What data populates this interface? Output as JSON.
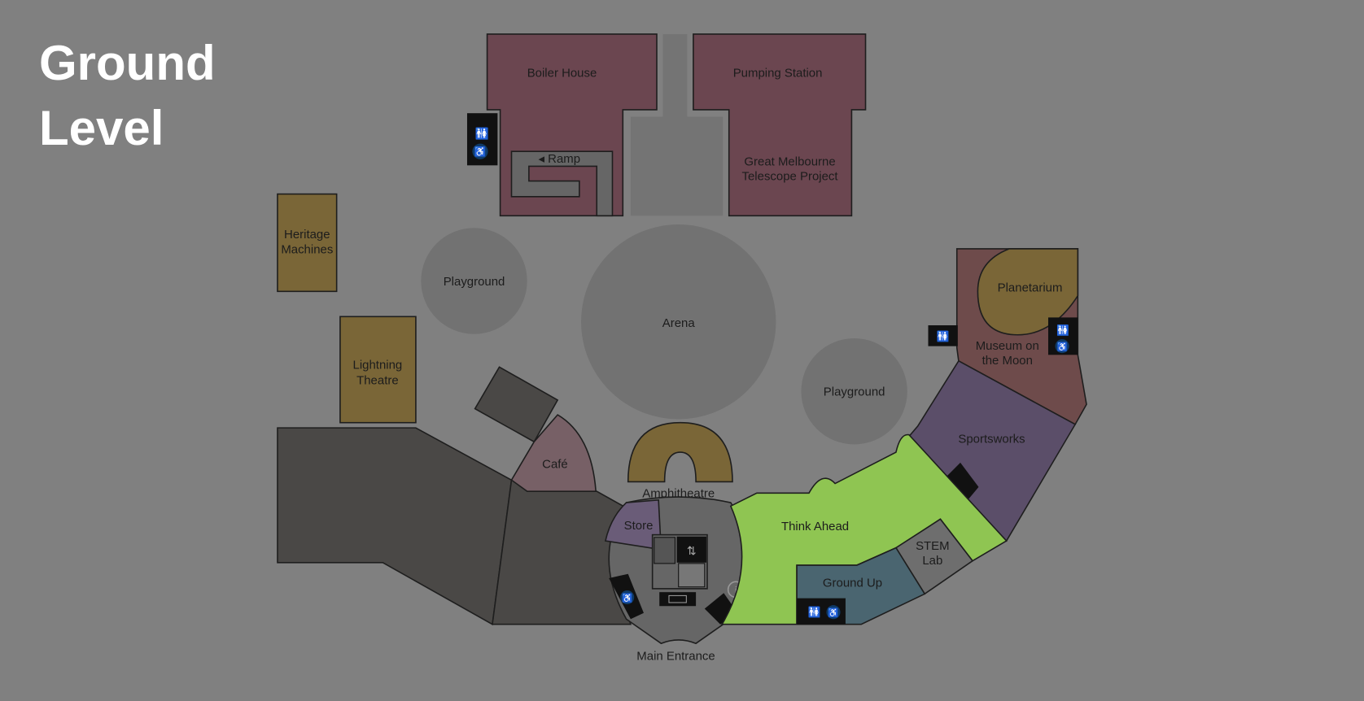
{
  "title": {
    "line1": "Ground",
    "line2": "Level"
  },
  "areas": {
    "boiler_house": "Boiler House",
    "pumping_station": "Pumping Station",
    "ramp": "◂ Ramp",
    "telescope_1": "Great Melbourne",
    "telescope_2": "Telescope Project",
    "heritage_1": "Heritage",
    "heritage_2": "Machines",
    "lightning_1": "Lightning",
    "lightning_2": "Theatre",
    "playground_west": "Playground",
    "arena": "Arena",
    "playground_east": "Playground",
    "planetarium": "Planetarium",
    "moon_1": "Museum on",
    "moon_2": "the Moon",
    "sportsworks": "Sportsworks",
    "cafe": "Café",
    "amphitheatre": "Amphitheatre",
    "store": "Store",
    "think_ahead": "Think Ahead",
    "stem_1": "STEM",
    "stem_2": "Lab",
    "ground_up": "Ground Up",
    "main_entrance": "Main Entrance"
  },
  "colors": {
    "background": "#808080",
    "heritage_buildings": "#6b4650",
    "theatres": "#7a6637",
    "think_ahead": "#8fc552",
    "sportsworks": "#5b4e69",
    "ground_up": "#4a6570",
    "accessible_badge": "#0f3a66"
  }
}
